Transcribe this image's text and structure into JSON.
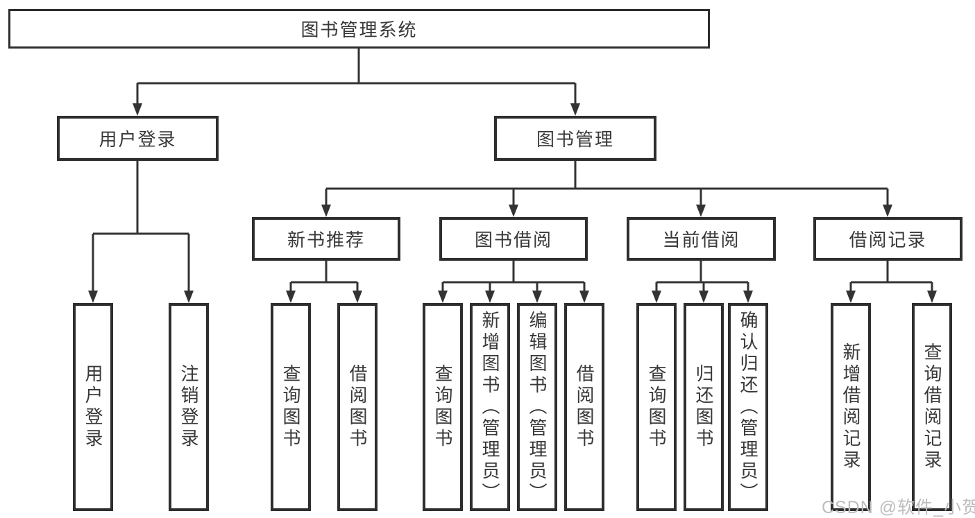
{
  "diagram_title": "图书管理系统",
  "nodes": {
    "root": "图书管理系统",
    "user_login": "用户登录",
    "book_mgmt": "图书管理",
    "new_book_rec": "新书推荐",
    "book_borrow": "图书借阅",
    "current_borrow": "当前借阅",
    "borrow_records": "借阅记录",
    "leaf_user_login": "用户登录",
    "leaf_logout": "注销登录",
    "leaf_nb_query": "查询图书",
    "leaf_nb_borrow": "借阅图书",
    "leaf_bb_query": "查询图书",
    "leaf_bb_add": "新增图书（管理员）",
    "leaf_bb_edit": "编辑图书（管理员）",
    "leaf_bb_borrow": "借阅图书",
    "leaf_cb_query": "查询图书",
    "leaf_cb_return": "归还图书",
    "leaf_cb_confirm": "确认归还（管理员）",
    "leaf_br_add": "新增借阅记录",
    "leaf_br_query": "查询借阅记录"
  },
  "watermark": "CSDN @软件_小贺同学",
  "colors": {
    "line": "#333333",
    "box_border": "#2e2e2e",
    "text": "#383838",
    "watermark": "#bdbdbd",
    "background": "#ffffff"
  }
}
